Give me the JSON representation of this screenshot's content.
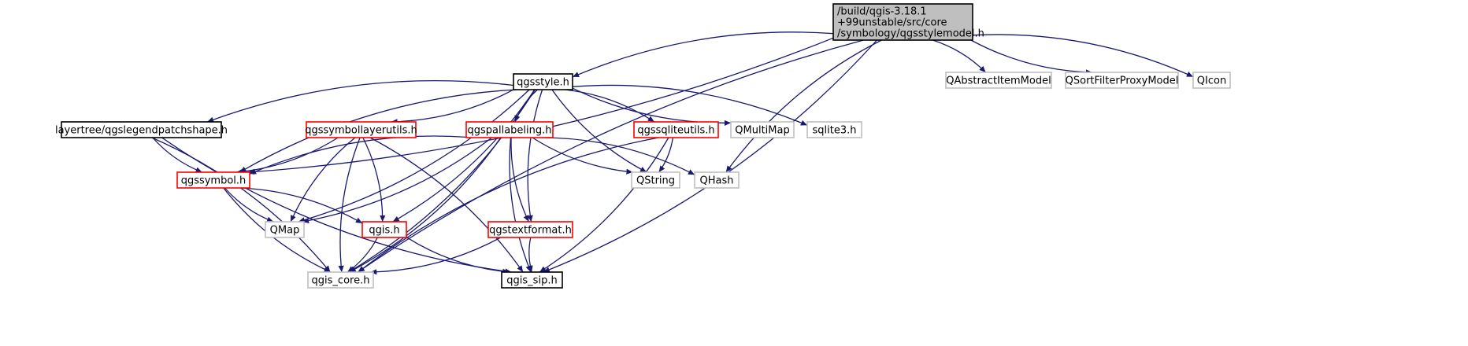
{
  "colors": {
    "edge": "#191970",
    "root_fill": "#bfbfbf",
    "border_default": "#000000",
    "border_red": "#ff0000",
    "border_grey": "#bfbfbf"
  },
  "nodes": [
    {
      "id": "root",
      "lines": [
        "/build/qgis-3.18.1",
        "+99unstable/src/core",
        "/symbology/qgsstylemodel.h"
      ],
      "style": "root"
    },
    {
      "id": "qgsstyle",
      "lines": [
        "qgsstyle.h"
      ],
      "style": "black"
    },
    {
      "id": "qabstractitemmodel",
      "lines": [
        "QAbstractItemModel"
      ],
      "style": "grey"
    },
    {
      "id": "qsortfilterproxymodel",
      "lines": [
        "QSortFilterProxyModel"
      ],
      "style": "grey"
    },
    {
      "id": "qicon",
      "lines": [
        "QIcon"
      ],
      "style": "grey"
    },
    {
      "id": "legendpatch",
      "lines": [
        "layertree/qgslegendpatchshape.h"
      ],
      "style": "black"
    },
    {
      "id": "symbollayerutils",
      "lines": [
        "qgssymbollayerutils.h"
      ],
      "style": "red"
    },
    {
      "id": "pallabeling",
      "lines": [
        "qgspallabeling.h"
      ],
      "style": "red"
    },
    {
      "id": "sqliteutils",
      "lines": [
        "qgssqliteutils.h"
      ],
      "style": "red"
    },
    {
      "id": "qmultimap",
      "lines": [
        "QMultiMap"
      ],
      "style": "grey"
    },
    {
      "id": "sqlite3",
      "lines": [
        "sqlite3.h"
      ],
      "style": "grey"
    },
    {
      "id": "qgssymbol",
      "lines": [
        "qgssymbol.h"
      ],
      "style": "red"
    },
    {
      "id": "qstring",
      "lines": [
        "QString"
      ],
      "style": "grey"
    },
    {
      "id": "qhash",
      "lines": [
        "QHash"
      ],
      "style": "grey"
    },
    {
      "id": "qmap",
      "lines": [
        "QMap"
      ],
      "style": "grey"
    },
    {
      "id": "qgis",
      "lines": [
        "qgis.h"
      ],
      "style": "red"
    },
    {
      "id": "textformat",
      "lines": [
        "qgstextformat.h"
      ],
      "style": "red"
    },
    {
      "id": "qgiscore",
      "lines": [
        "qgis_core.h"
      ],
      "style": "grey"
    },
    {
      "id": "qgissip",
      "lines": [
        "qgis_sip.h"
      ],
      "style": "black"
    }
  ],
  "edges": [
    [
      "root",
      "qgsstyle"
    ],
    [
      "root",
      "qabstractitemmodel"
    ],
    [
      "root",
      "qsortfilterproxymodel"
    ],
    [
      "root",
      "qicon"
    ],
    [
      "root",
      "qhash"
    ],
    [
      "root",
      "qgissip"
    ],
    [
      "root",
      "qgiscore"
    ],
    [
      "root",
      "qgssymbol"
    ],
    [
      "qgsstyle",
      "legendpatch"
    ],
    [
      "qgsstyle",
      "symbollayerutils"
    ],
    [
      "qgsstyle",
      "pallabeling"
    ],
    [
      "qgsstyle",
      "sqliteutils"
    ],
    [
      "qgsstyle",
      "qmultimap"
    ],
    [
      "qgsstyle",
      "sqlite3"
    ],
    [
      "qgsstyle",
      "qgssymbol"
    ],
    [
      "qgsstyle",
      "qmap"
    ],
    [
      "qgsstyle",
      "qstring"
    ],
    [
      "qgsstyle",
      "qgis"
    ],
    [
      "qgsstyle",
      "textformat"
    ],
    [
      "qgsstyle",
      "qgiscore"
    ],
    [
      "legendpatch",
      "qgssymbol"
    ],
    [
      "legendpatch",
      "qgiscore"
    ],
    [
      "legendpatch",
      "qgissip"
    ],
    [
      "symbollayerutils",
      "qgssymbol"
    ],
    [
      "symbollayerutils",
      "qmap"
    ],
    [
      "symbollayerutils",
      "qgis"
    ],
    [
      "symbollayerutils",
      "qgiscore"
    ],
    [
      "symbollayerutils",
      "qgissip"
    ],
    [
      "pallabeling",
      "qgssymbol"
    ],
    [
      "pallabeling",
      "qmap"
    ],
    [
      "pallabeling",
      "qstring"
    ],
    [
      "pallabeling",
      "qhash"
    ],
    [
      "pallabeling",
      "textformat"
    ],
    [
      "pallabeling",
      "qgiscore"
    ],
    [
      "pallabeling",
      "qgissip"
    ],
    [
      "sqliteutils",
      "qstring"
    ],
    [
      "sqliteutils",
      "qgiscore"
    ],
    [
      "sqliteutils",
      "qgissip"
    ],
    [
      "qgssymbol",
      "qmap"
    ],
    [
      "qgssymbol",
      "qgis"
    ],
    [
      "qgssymbol",
      "qgiscore"
    ],
    [
      "qgis",
      "qgiscore"
    ],
    [
      "qgis",
      "qgissip"
    ],
    [
      "textformat",
      "qgiscore"
    ],
    [
      "textformat",
      "qgissip"
    ]
  ]
}
